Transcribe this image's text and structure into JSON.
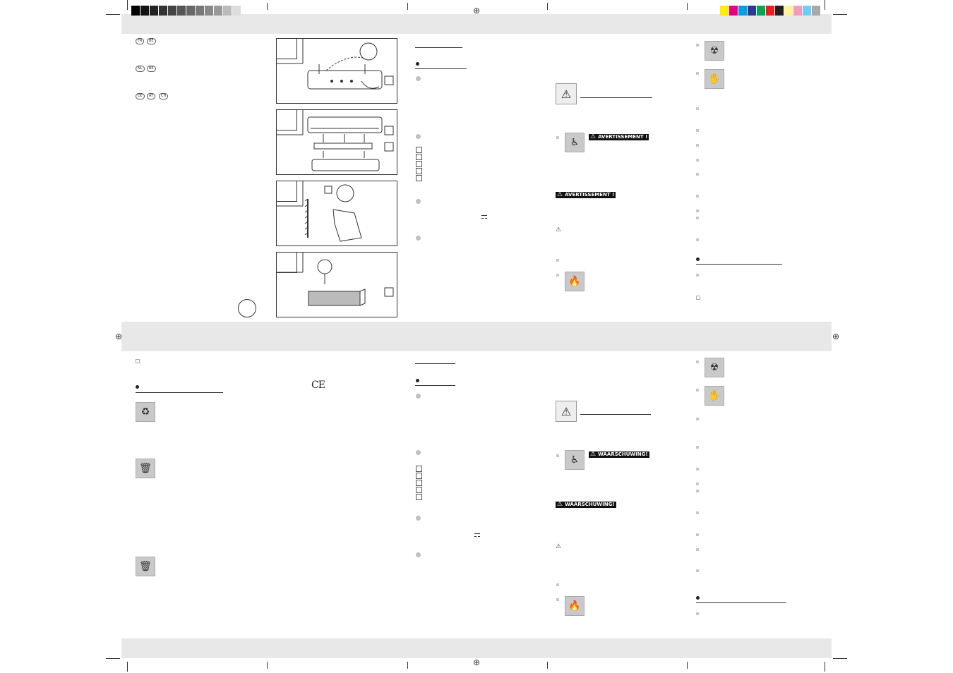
{
  "colors": {
    "band": "#e8e8e8",
    "gray_swatches": [
      "#000000",
      "#111111",
      "#222222",
      "#333333",
      "#444444",
      "#555555",
      "#666666",
      "#777777",
      "#888888",
      "#999999",
      "#bbbbbb",
      "#dddddd"
    ],
    "color_swatches": [
      "#ffee00",
      "#e6007e",
      "#00a0e3",
      "#2b3990",
      "#00a651",
      "#ed1c24",
      "#231f20",
      "#fff299",
      "#f49ac1",
      "#6dcff6",
      "#a7a9ac"
    ]
  },
  "country_flags": {
    "row1": [
      "FR",
      "BE"
    ],
    "row2": [
      "NL",
      "BE"
    ],
    "row3": [
      "DE",
      "AT",
      "CH"
    ]
  },
  "warnings_fr": {
    "label1": "AVERTISSEMENT !",
    "label2": "AVERTISSEMENT !"
  },
  "warnings_nl": {
    "label1": "WAARSCHUWING!",
    "label2": "WAARSCHUWING!"
  },
  "marks": {
    "ce": "CE"
  },
  "icons": {
    "warning": "warning-triangle-icon",
    "child": "child-hazard-icon",
    "flame": "flame-icon",
    "recycle": "recycle-icon",
    "bin": "crossed-bin-icon",
    "glove": "glove-icon",
    "safety": "safety-icon",
    "crosshair": "registration-mark-icon"
  }
}
